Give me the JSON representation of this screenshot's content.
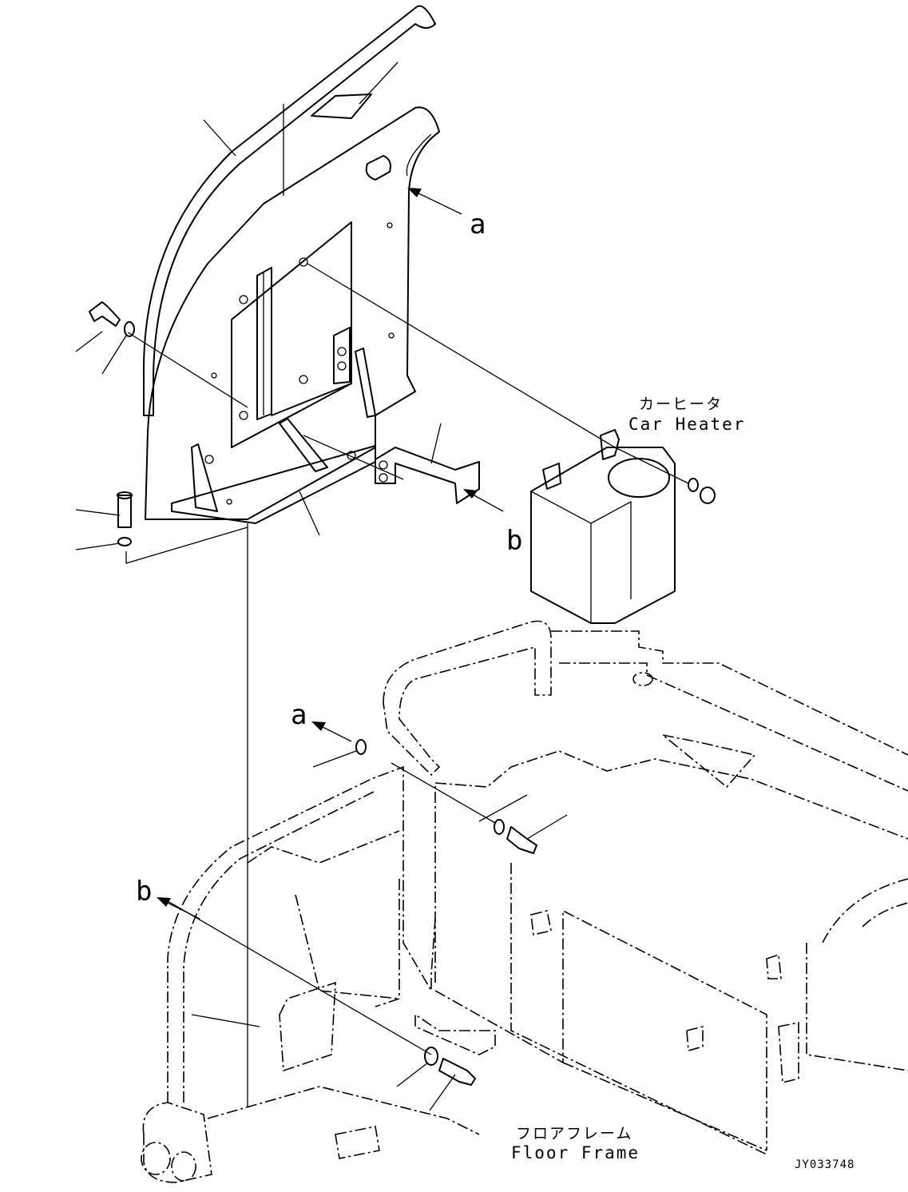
{
  "drawing": {
    "code": "JY033748"
  },
  "references": {
    "a_top": "a",
    "b_top": "b",
    "a_bottom": "a",
    "b_bottom": "b"
  },
  "car_heater": {
    "label_jp": "カーヒータ",
    "label_en": "Car Heater"
  },
  "floor_frame": {
    "label_jp": "フロアフレーム",
    "label_en": "Floor Frame"
  }
}
